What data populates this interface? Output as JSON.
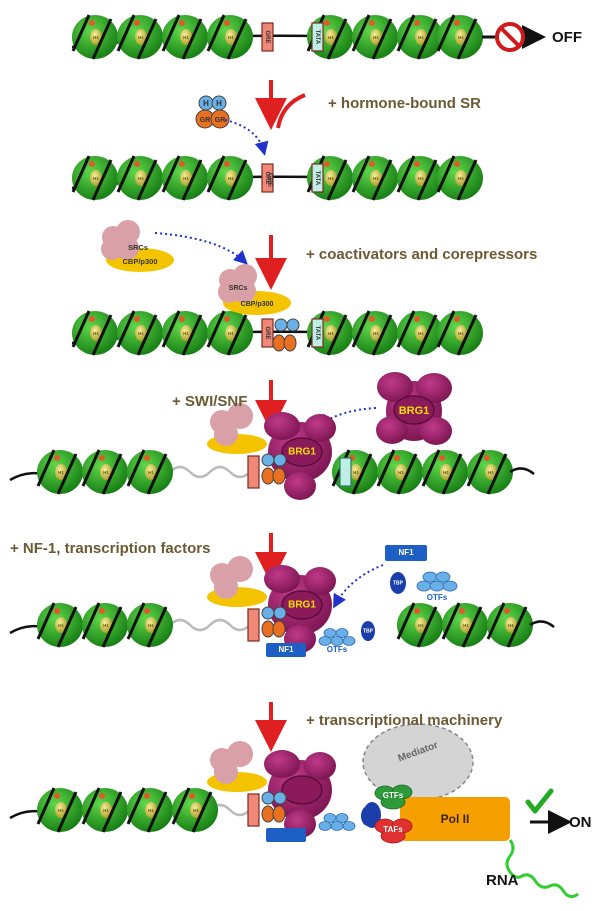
{
  "steps": [
    {
      "caption": ""
    },
    {
      "caption": "+ hormone-bound SR"
    },
    {
      "caption": "+ coactivators and corepressors"
    },
    {
      "caption": "+ SWI/SNF"
    },
    {
      "caption": "+ NF-1, transcription factors"
    },
    {
      "caption": "+ transcriptional machinery"
    }
  ],
  "labels": {
    "off": "OFF",
    "on": "ON",
    "gre": "GRE",
    "tata": "TATA",
    "h1": "H1",
    "p": "P",
    "h": "H",
    "gr": "GR",
    "srcs": "SRCs",
    "cbp": "CBP/p300",
    "brg1": "BRG1",
    "nf1": "NF1",
    "tbp": "TBP",
    "otfs": "OTFs",
    "mediator": "Mediator",
    "gtfs": "GTFs",
    "tafs": "TAFs",
    "pol2": "Pol II",
    "rna": "RNA"
  },
  "colors": {
    "nucleosome": "#22a11e",
    "h1": "#c9c04a",
    "dna": "#111111",
    "arrow": "#e02020",
    "gre": "#f08878",
    "tata": "#bfeee6",
    "srcs": "#d9a0a8",
    "cbp": "#f5c400",
    "brg1": "#9b1e64",
    "nf1": "#1d5fc4",
    "otfs": "#6ab0e8",
    "pol2": "#f5a000",
    "mediator": "#d4d4d4",
    "gtfs": "#2e9a3a",
    "tafs": "#e03030",
    "rna": "#33cc33",
    "check": "#22aa22",
    "caption": "#6b5a33"
  },
  "icons": [
    "no-entry-icon",
    "check-icon"
  ]
}
